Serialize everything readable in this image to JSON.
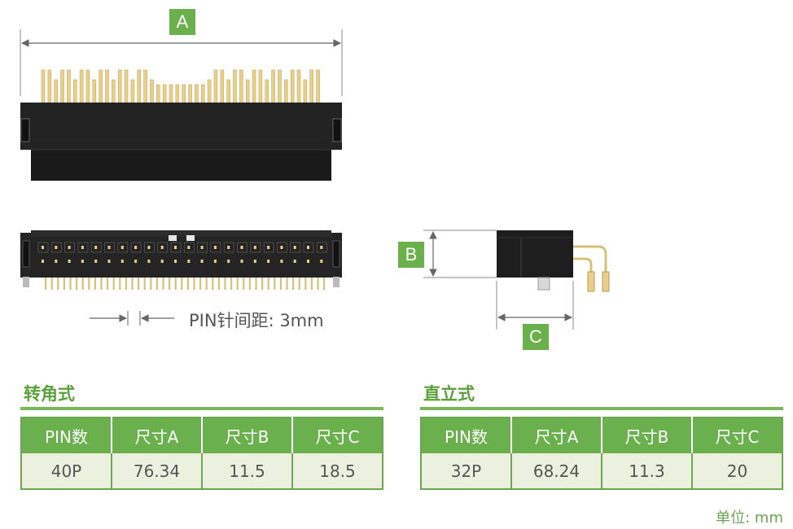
{
  "dimension_labels": {
    "a": "A",
    "b": "B",
    "c": "C"
  },
  "pitch_note": "PIN针间距: 3mm",
  "right_angle": {
    "title": "转角式",
    "headers": [
      "PIN数",
      "尺寸A",
      "尺寸B",
      "尺寸C"
    ],
    "row": [
      "40P",
      "76.34",
      "11.5",
      "18.5"
    ]
  },
  "vertical": {
    "title": "直立式",
    "headers": [
      "PIN数",
      "尺寸A",
      "尺寸B",
      "尺寸C"
    ],
    "row": [
      "32P",
      "68.24",
      "11.3",
      "20"
    ]
  },
  "unit_note": "单位: mm",
  "colors": {
    "accent": "#6ab04c",
    "cell_fill": "#ebf1de",
    "body": "#1e1e1e",
    "pin_gold": "#e8cf8a"
  }
}
